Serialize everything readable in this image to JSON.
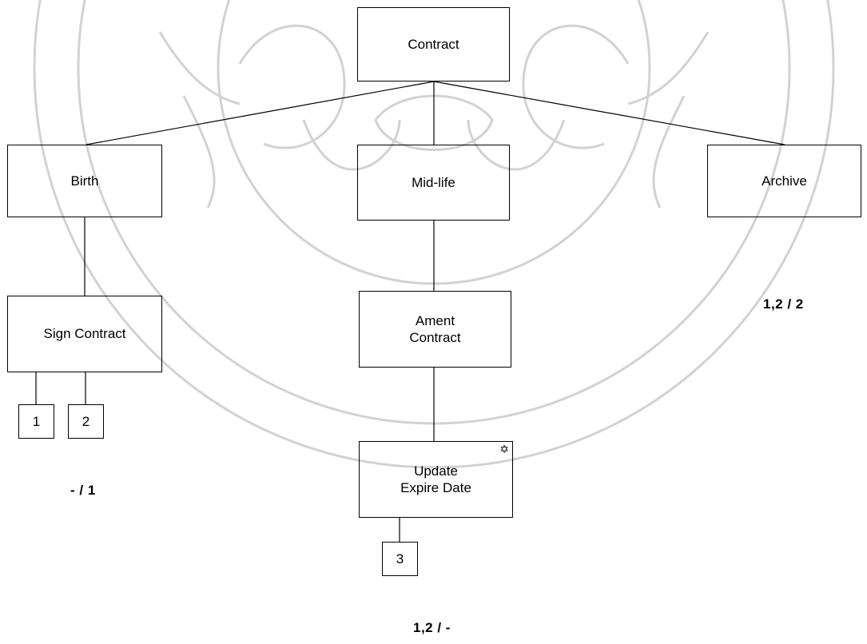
{
  "watermark": {
    "color": "#d9d9d9"
  },
  "nodes": {
    "root": "Contract",
    "birth": "Birth",
    "midlife": "Mid-life",
    "archive": "Archive",
    "sign_contract": "Sign Contract",
    "ament_contract": "Ament\nContract",
    "update_expire": "Update\nExpire Date"
  },
  "refs": {
    "r1": "1",
    "r2": "2",
    "r3": "3"
  },
  "cardinalities": {
    "archive": "1,2 / 2",
    "birth": "- / 1",
    "midlife": "1,2 / -"
  },
  "icons": {
    "iteration": "star-icon"
  }
}
